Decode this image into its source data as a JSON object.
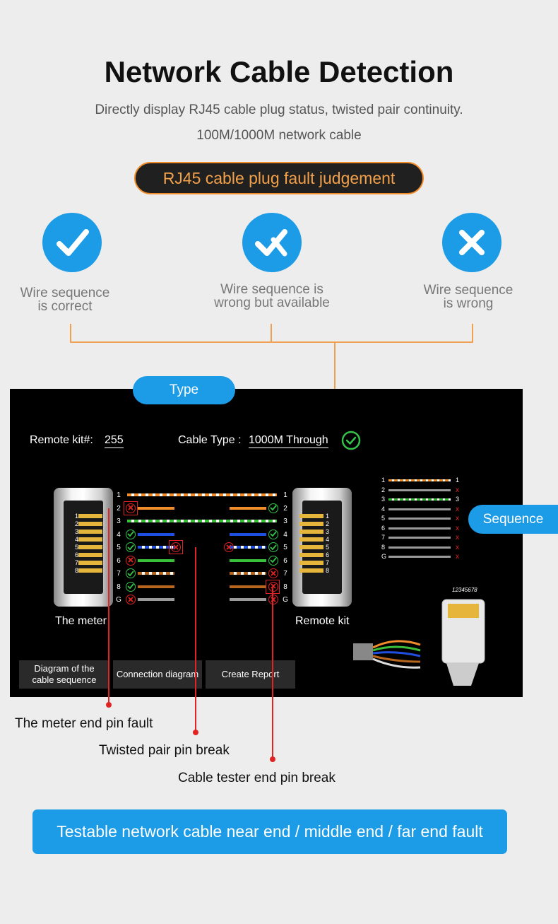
{
  "header": {
    "title": "Network Cable Detection",
    "subtitle_line1": "Directly display RJ45 cable plug status, twisted pair continuity.",
    "subtitle_line2": "100M/1000M network cable"
  },
  "section_pill": "RJ45 cable plug fault judgement",
  "judgements": [
    {
      "icon": "check-icon",
      "line1": "Wire sequence",
      "line2": "is correct"
    },
    {
      "icon": "check-cross-icon",
      "line1": "Wire sequence is",
      "line2": "wrong but available"
    },
    {
      "icon": "cross-icon",
      "line1": "Wire sequence",
      "line2": "is wrong"
    }
  ],
  "type_pill": "Type",
  "sequence_pill": "Sequence",
  "screen": {
    "remote_kit_label": "Remote kit#:",
    "remote_kit_value": "255",
    "cable_type_label": "Cable Type :",
    "cable_type_value": "1000M Through",
    "meter_label": "The meter",
    "remote_label": "Remote kit",
    "pins": [
      "1",
      "2",
      "3",
      "4",
      "5",
      "6",
      "7",
      "8",
      "G"
    ],
    "left_status": [
      "none",
      "bad",
      "none",
      "ok",
      "ok",
      "bad",
      "ok",
      "ok",
      "bad"
    ],
    "right_status": [
      "none",
      "ok",
      "none",
      "ok",
      "ok",
      "ok",
      "bad",
      "bad",
      "bad"
    ],
    "wire_colors": [
      "#f08c2a",
      "#f08c2a",
      "#3ac13a",
      "#1f4fe0",
      "#1f4fe0",
      "#3ac13a",
      "#b8651e",
      "#b8651e",
      "#9a9a9a"
    ],
    "seq_pins": [
      "1",
      "2",
      "3",
      "4",
      "5",
      "6",
      "7",
      "8",
      "G"
    ],
    "seq_right_labels": [
      "1",
      "x",
      "3",
      "x",
      "x",
      "x",
      "x",
      "x",
      "x"
    ],
    "plug_code": "12345678",
    "buttons": {
      "diagram_line1": "Diagram of the",
      "diagram_line2": "cable sequence",
      "connection": "Connection diagram",
      "report": "Create Report"
    }
  },
  "callouts": {
    "meter_fault": "The meter end pin fault",
    "twisted_break": "Twisted pair pin break",
    "tester_break": "Cable tester end pin break"
  },
  "banner": "Testable network cable near end / middle end / far end fault",
  "colors": {
    "accent_blue": "#1c9be6",
    "accent_orange": "#f08c2a",
    "fault_red": "#e02424",
    "ok_green": "#35c24a"
  }
}
